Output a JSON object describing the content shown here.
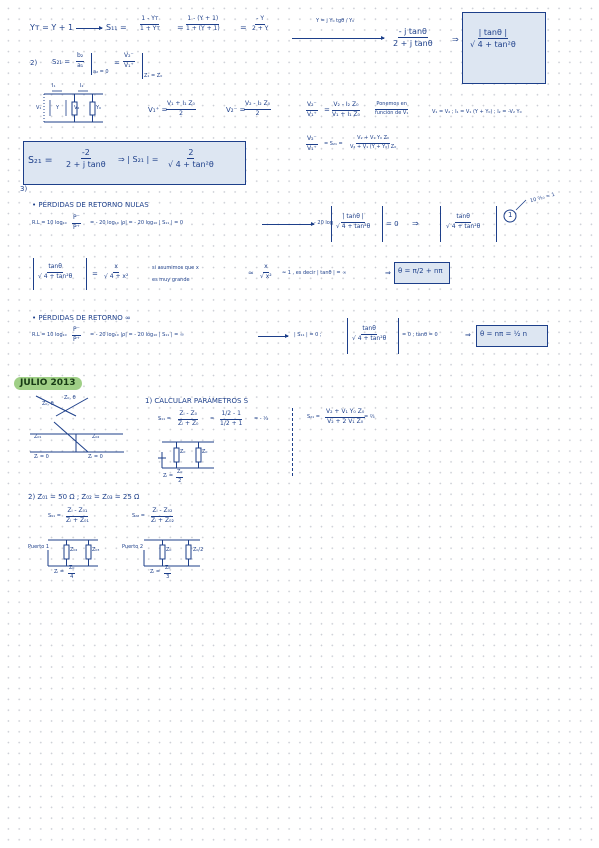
{
  "s1": {
    "lead": "Yт = Y + 1",
    "s11_label": "S₁₁ =",
    "f1": {
      "n": "1 - Yт",
      "d": "1 + Yт"
    },
    "eq2": "=",
    "f2": {
      "n": "1 - (Y + 1)",
      "d": "1 + (Y + 1)"
    },
    "eq3": "=",
    "f3": {
      "n": "- Y",
      "d": "2 + Y"
    },
    "sub": "Y = j Y₀ tgθ / Y₀",
    "f4": {
      "n": "- j tanθ",
      "d": "2 + j tanθ"
    },
    "arrow_eq": "⇒",
    "f5": {
      "n": "| tanθ |",
      "d": "√ 4 + tan²θ"
    }
  },
  "s2": {
    "label": "2)",
    "s21": "S₂₁ =",
    "frac": {
      "n": "b₂",
      "d": "a₁"
    },
    "cond": "a₂ = 0",
    "eq": "=",
    "frac2": {
      "n": "V₂⁻",
      "d": "V₁⁺"
    },
    "cond2": "Z₁ = Z₀",
    "circuit": {
      "i1": "I₁",
      "i2": "I₂",
      "v1": "V₁",
      "v2": "V₂",
      "y": "Y",
      "y0": "Y₀"
    },
    "v1p_label": "V₁⁺ =",
    "v1p": {
      "n": "V₁ + I₁ Z₀",
      "d": "2"
    },
    "v2m_label": "V₂⁻ =",
    "v2m": {
      "n": "V₂ - I₂ Z₀",
      "d": "2"
    },
    "ratio1": {
      "n": "V₂⁻",
      "d": "V₁⁺"
    },
    "ratio1_eq": "=",
    "ratio1_f": {
      "n": "V₂ - I₂ Z₀",
      "d": "V₁ + I₁ Z₀"
    },
    "ponemos": {
      "n": "Ponemos en",
      "d": "función de V₁"
    },
    "cond_line": "V₁ = V₂ ; I₁ = V₁ (Y + Y₀) ; I₂ = -V₂ Y₀",
    "ratio2": {
      "n": "V₂⁻",
      "d": "V₁⁺"
    },
    "s21_eq": "= S₂₁ =",
    "ratio2_f": {
      "n": "V₂ + V₁ Y₀ Z₀",
      "d": "V₂ + V₁ (Y + Y₀) Z₀"
    },
    "box_label": "S₂₁ =",
    "box_f": {
      "n": "-2",
      "d": "2 + j tanθ"
    },
    "box_mid": "⇒ | S₂₁ | =",
    "box_f2": {
      "n": "2",
      "d": "√ 4 + tan²θ"
    }
  },
  "s3": {
    "label": "3)",
    "title1": "• PÉRDIDAS DE RETORNO NULAS",
    "rl_line": "R.L = 10 log₁₀",
    "rl_frac": {
      "n": "P⁻",
      "d": "P⁺"
    },
    "rl_rest": "= - 20 log₁₀ |ρ| = - 20 log₁₀ | S₁₁ | = 0",
    "rl_arrow_txt": "- 20 log",
    "abs_f": {
      "n": "| tanθ |",
      "d": "√ 4 + tan²θ"
    },
    "abs_eq": "= 0",
    "imp": "⇒",
    "abs_f2": {
      "n": "tanθ",
      "d": "√ 4 + tan²θ"
    },
    "one": "1",
    "note": "10 ⁰⁄₁₀ = 1",
    "abs_f3": {
      "n": "tanθ",
      "d": "√ 4 + tan²θ"
    },
    "eq_x": "=",
    "xf": {
      "n": "x",
      "d": "√ 4 + x²"
    },
    "asum": "si asumimos que x",
    "asum2": "es muy grande",
    "approx": "≃",
    "xf2": {
      "n": "x",
      "d": "√ x²"
    },
    "approx1": "≃ 1 ,  es decir | tanθ | = ∞",
    "imp2": "⇒",
    "theta_box": "θ = π/2 + nπ",
    "title2": "• PÉRDIDAS DE RETORNO ∞",
    "rl2_rest": "= - 20 log₁₀ |ρ| = - 20 log₁₀ | S₁₁ | = ∞",
    "s11z": "| S₁₁ | = 0 ;",
    "abs_f4": {
      "n": "tanθ",
      "d": "√ 4 + tan²θ"
    },
    "zero": "= 0 ;  tanθ = 0",
    "imp3": "⇒",
    "theta_box2": "θ = nπ = ½ n"
  },
  "julio": {
    "tag": "JULIO 2013",
    "q1": "1) CALCULAR PARÁMETROS S",
    "fig_l1": "Z₀, θ",
    "fig_l2": "Z₀, θ",
    "zo1": "Z₀₁",
    "zo2": "Z₀₂",
    "zl1": "Zₗ = 0",
    "zl2": "Zₗ = 0",
    "s11": "S₁₁ =",
    "s11_f": {
      "n": "Zₗ - Z₀",
      "d": "Zₗ + Z₀"
    },
    "s11_eq": "=",
    "s11_f2": {
      "n": "1/2 - 1",
      "d": "1/2 + 1"
    },
    "s11_res": "= - ⅓",
    "z0a": "Z₀",
    "z0b": "Z₀",
    "zl_half": {
      "n": "Z₀",
      "d": "2"
    },
    "zl_eq": "Zₗ =",
    "s21": "S₂₁ =",
    "s21_f": {
      "n": "V₂ + V₁ Y₀ Z₀",
      "d": "V₂ + 2 V₁ Z₀"
    },
    "s21_res": "= ⅔",
    "q2": "2)  Z₀₁ = 50 Ω ;  Z₀₂ = Z₀₃ = 25 Ω",
    "s11b": "S₁₁ =",
    "s11b_f": {
      "n": "Zₗ - Z₀₁",
      "d": "Zₗ + Z₀₁"
    },
    "s22b": "S₂₂ =",
    "s22b_f": {
      "n": "Zₗ - Z₀₂",
      "d": "Zₗ + Z₀₂"
    },
    "puerto1": "Puerto 1",
    "puerto2": "Puerto 2",
    "p1z1": "Z₀₂",
    "p1z2": "Z₀₃",
    "p1zl": "Zₗ =",
    "p1zl_f": {
      "n": "Z₀",
      "d": "4"
    },
    "p2z1": "Z₀",
    "p2z2": "Z₀/2",
    "p2zl": "Zₗ =",
    "p2zl_f": {
      "n": "Z₀",
      "d": "3"
    }
  }
}
